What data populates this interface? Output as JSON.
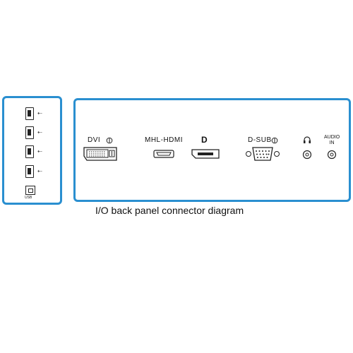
{
  "left_panel": {
    "usb_ports": [
      {
        "icon": "usb-icon",
        "symbol": "⇠"
      },
      {
        "icon": "usb-icon",
        "symbol": "⇠"
      },
      {
        "icon": "usb-icon",
        "symbol": "⇠"
      },
      {
        "icon": "usb-icon",
        "symbol": "⇠"
      }
    ],
    "upstream_label": "USB"
  },
  "connectors": {
    "dvi": "DVI",
    "mhl_hdmi": "MHL-HDMI",
    "displayport": "D",
    "dsub": "D-SUB",
    "headphone": "",
    "audio_in": "AUDIO\nIN"
  },
  "caption": "I/O back panel connector diagram",
  "colors": {
    "panel_border": "#2a8fd0",
    "line": "#222222"
  }
}
